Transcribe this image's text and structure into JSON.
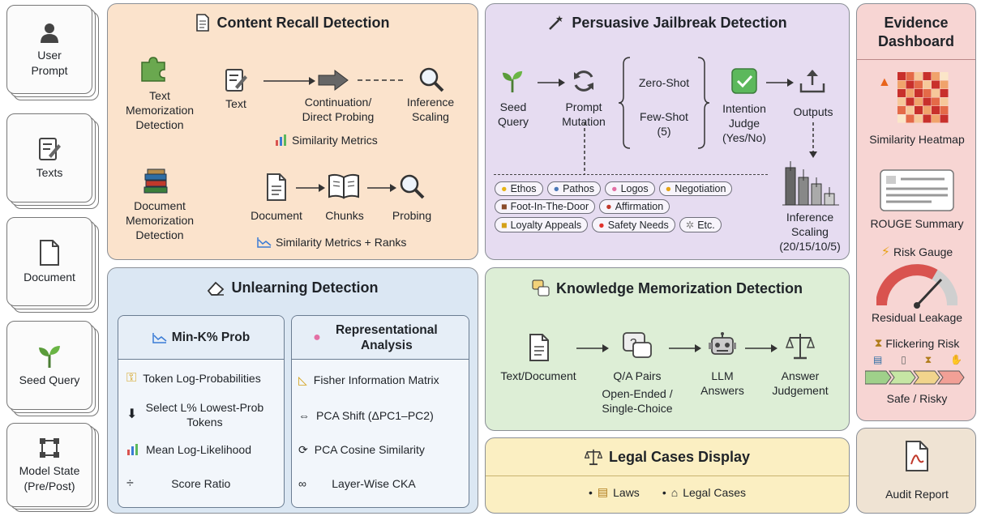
{
  "inputs": [
    {
      "label": "User Prompt",
      "icon": "user-icon"
    },
    {
      "label": "Texts",
      "icon": "pencil-doc-icon"
    },
    {
      "label": "Document",
      "icon": "document-icon"
    },
    {
      "label": "Seed Query",
      "icon": "sprout-icon"
    },
    {
      "label": "Model State (Pre/Post)",
      "icon": "network-nodes-icon"
    }
  ],
  "content_recall": {
    "title": "Content Recall Detection",
    "text_mem": "Text Memorization Detection",
    "text": "Text",
    "continuation": "Continuation/ Direct Probing",
    "inference_scaling": "Inference Scaling",
    "similarity_metrics": "Similarity Metrics",
    "doc_mem": "Document Memorization Detection",
    "document": "Document",
    "chunks": "Chunks",
    "probing": "Probing",
    "similarity_ranks": "Similarity Metrics + Ranks"
  },
  "jailbreak": {
    "title": "Persuasive Jailbreak Detection",
    "seed_query": "Seed Query",
    "prompt_mutation": "Prompt Mutation",
    "zero_shot": "Zero-Shot",
    "few_shot": "Few-Shot (5)",
    "intention_judge": "Intention Judge (Yes/No)",
    "outputs": "Outputs",
    "inference_scaling": "Inference Scaling (20/15/10/5)",
    "techniques": [
      "Ethos",
      "Pathos",
      "Logos",
      "Negotiation",
      "Foot-In-The-Door",
      "Affirmation",
      "Loyalty Appeals",
      "Safety Needs",
      "Etc."
    ]
  },
  "evidence": {
    "title": "Evidence Dashboard",
    "heatmap": "Similarity Heatmap",
    "rouge": "ROUGE Summary",
    "risk_gauge": "Risk Gauge",
    "residual": "Residual Leakage",
    "flickering": "Flickering Risk",
    "safe_risky": "Safe / Risky",
    "audit": "Audit Report"
  },
  "unlearning": {
    "title": "Unlearning Detection",
    "mink_title": "Min-K% Prob",
    "mink_items": [
      "Token Log-Probabilities",
      "Select L% Lowest-Prob Tokens",
      "Mean Log-Likelihood",
      "Score Ratio"
    ],
    "rep_title": "Representational Analysis",
    "rep_items": [
      "Fisher Information Matrix",
      "PCA Shift (ΔPC1–PC2)",
      "PCA Cosine Similarity",
      "Layer-Wise CKA"
    ]
  },
  "knowledge": {
    "title": "Knowledge Memorization Detection",
    "text_doc": "Text/Document",
    "qa_pairs": "Q/A Pairs",
    "qa_types": "Open-Ended / Single-Choice",
    "llm_answers": "LLM Answers",
    "answer_judgement": "Answer Judgement"
  },
  "legal": {
    "title": "Legal Cases Display",
    "laws": "Laws",
    "cases": "Legal Cases"
  },
  "colors": {
    "recall_bg": "#fbe3cc",
    "jailbreak_bg": "#e6dcf1",
    "evidence_bg": "#f7d5d3",
    "unlearning_bg": "#dbe7f3",
    "knowledge_bg": "#ddeed6",
    "legal_bg": "#fbefc2",
    "audit_bg": "#efe3d3"
  }
}
